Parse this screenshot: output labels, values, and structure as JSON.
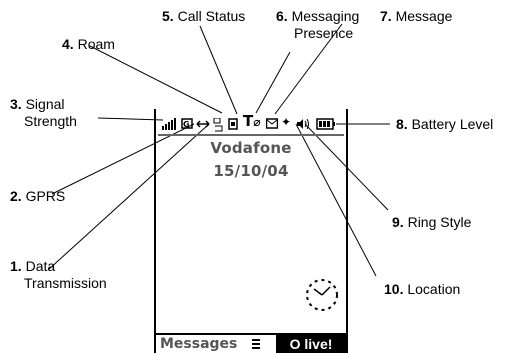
{
  "callouts": [
    {
      "num": "1.",
      "label": "Data",
      "label2": "Transmission"
    },
    {
      "num": "2.",
      "label": "GPRS",
      "label2": ""
    },
    {
      "num": "3.",
      "label": "Signal",
      "label2": "Strength"
    },
    {
      "num": "4.",
      "label": "Roam",
      "label2": ""
    },
    {
      "num": "5.",
      "label": "Call Status",
      "label2": ""
    },
    {
      "num": "6.",
      "label": "Messaging",
      "label2": "Presence"
    },
    {
      "num": "7.",
      "label": "Message",
      "label2": ""
    },
    {
      "num": "8.",
      "label": "Battery Level",
      "label2": ""
    },
    {
      "num": "9.",
      "label": "Ring Style",
      "label2": ""
    },
    {
      "num": "10.",
      "label": "Location",
      "label2": ""
    }
  ],
  "screen": {
    "carrier": "Vodafone",
    "date": "15/10/04",
    "left_soft_key": "Messages",
    "right_soft_key": "live!",
    "right_soft_key_glyph": "O"
  },
  "status_icons": [
    "signal-strength-icon",
    "gprs-icon",
    "data-transmission-icon",
    "roam-icon",
    "call-status-icon",
    "messaging-presence-icon",
    "message-icon",
    "location-icon",
    "ring-style-icon",
    "battery-icon"
  ],
  "colors": {
    "line": "#000000",
    "screen_text": "#555555",
    "softkey_bg": "#000000"
  }
}
